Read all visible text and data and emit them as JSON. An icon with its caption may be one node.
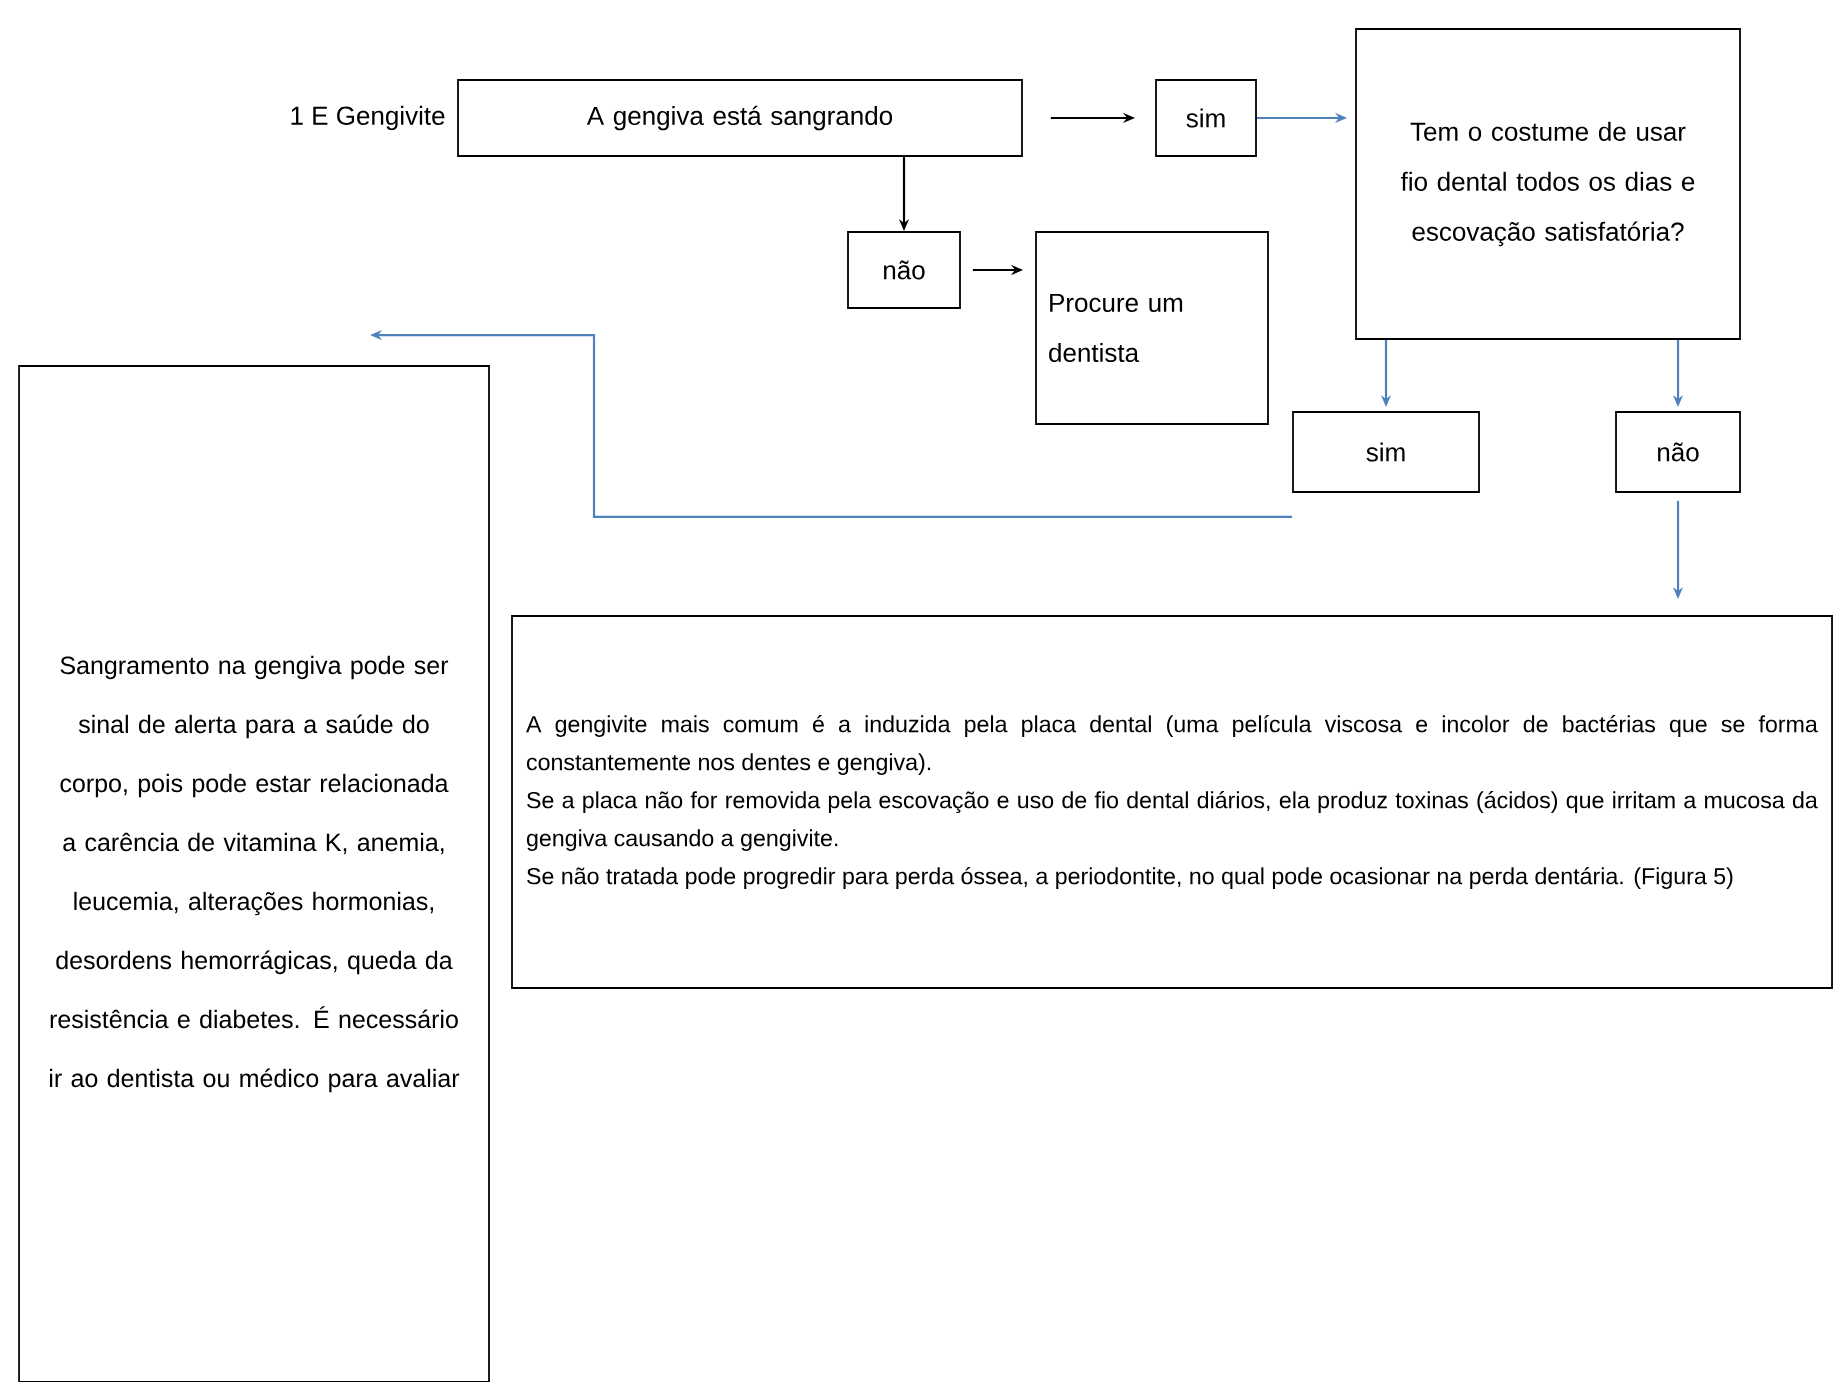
{
  "diagram": {
    "nodes": [
      {
        "text": [
          "A gengiva está sangrando"
        ]
      },
      {
        "text": [
          "sim"
        ]
      },
      {
        "text": [
          "Tem o costume de usar fio dental todos os dias e escovação satisfatória?"
        ]
      },
      {
        "text": [
          "não"
        ]
      },
      {
        "text": [
          "Procure um dentista"
        ]
      },
      {
        "text": [
          "sim"
        ]
      },
      {
        "text": [
          "não"
        ]
      },
      {
        "text": [
          "Sangramento na gengiva pode ser sinal de alerta para a saúde do corpo, pois pode estar relacionada a carência de vitamina K, anemia, leucemia, alterações hormonias, desordens hemorrágicas, queda da resistência e diabetes. É necessário ir ao dentista ou médico para avaliar"
        ]
      },
      {
        "text": [
          "A gengivite mais comum é a induzida pela placa dental (uma película viscosa e incolor de bactérias que se forma constantemente nos dentes e gengiva).",
          "Se a placa não for removida pela escovação e uso de fio dental diários, ela produz toxinas (ácidos) que irritam a mucosa da gengiva causando a gengivite.",
          "Se não tratada pode progredir para perda óssea, a periodontite, no qual pode ocasionar na perda dentária. (Figura 5)"
        ]
      }
    ],
    "edges": [
      {
        "from": 0,
        "to": 1,
        "arrow": "to",
        "color": "#000000"
      },
      {
        "from": 1,
        "to": 2,
        "arrow": "to"
      },
      {
        "from": 0,
        "to": 3,
        "arrow": "to",
        "color": "#000000"
      },
      {
        "from": 3,
        "to": 4,
        "arrow": "to",
        "color": "#000000"
      },
      {
        "from": 2,
        "to": 5,
        "arrow": "to"
      },
      {
        "from": 2,
        "to": 6,
        "arrow": "to"
      },
      {
        "from": 5,
        "to": 7,
        "arrow": "to"
      },
      {
        "from": 6,
        "to": 8,
        "arrow": "to"
      }
    ],
    "labels": [
      "1 E Gengivite"
    ]
  }
}
